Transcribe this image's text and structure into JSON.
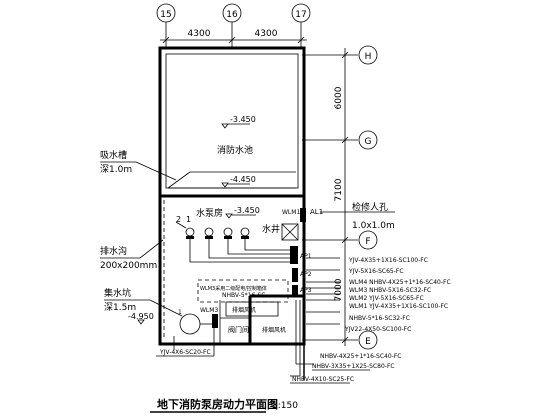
{
  "axes": {
    "columns": [
      "15",
      "16",
      "17"
    ],
    "rows": [
      "H",
      "G",
      "F",
      "E"
    ],
    "top_dims": [
      "4300",
      "4300"
    ],
    "right_dims": [
      "6000",
      "7100",
      "7000"
    ]
  },
  "elevations": {
    "pool_top": "-3.450",
    "pool_bottom": "-4.450",
    "pump_room": "-3.450",
    "sump": "-4.950"
  },
  "labels": {
    "fire_pool": "消防水池",
    "suction_trench": "吸水槽",
    "suction_depth": "深1.0m",
    "drain_ditch": "排水沟",
    "drain_size": "200x200mm",
    "sump_pit": "集水坑",
    "sump_depth": "深1.5m",
    "pump_room": "水泵房",
    "water_well": "水井",
    "manhole": "检修人孔",
    "manhole_size": "1.0x1.0m",
    "valve_room": "阀门间",
    "exhaust_room": "排烟风机",
    "panel_al1": "AL1",
    "panel_ap1": "AP1",
    "panel_ap2": "AP2",
    "panel_ap3": "AP3",
    "panel_wlm1": "WLM1",
    "panel_wlm3": "WLM3",
    "pump_num_2": "2",
    "pump_num_1": "1",
    "legend_note": "WLM3采用二级配电/控制箱体"
  },
  "cables": {
    "c1": "YJV-4X35+1X16-SC100-FC",
    "c2": "YJV-5X16-SC65-FC",
    "c3": "WLM4 NHBV-4X25+1*16-SC40-FC",
    "c4": "WLM3 NHBV-5X16-SC32-FC",
    "c5": "WLM2 YJV-5X16-SC65-FC",
    "c6": "WLM1 YJV-4X35+1X16-SC100-FC",
    "c7": "NHBV-5*16-SC32-FC",
    "c8": "YJV22-4X50-SC100-FC",
    "c9": "NHBV-4X25+1*16-SC40-FC",
    "c10": "NHBV-3X35+1X25-SC80-FC",
    "c11": "NHBV-4X10-SC25-FC",
    "c12": "YJV-4X6-SC20-FC",
    "c13": "NHBV-5*16-SC"
  },
  "title": {
    "main": "地下消防泵房动力平面图",
    "scale": "1:150"
  }
}
